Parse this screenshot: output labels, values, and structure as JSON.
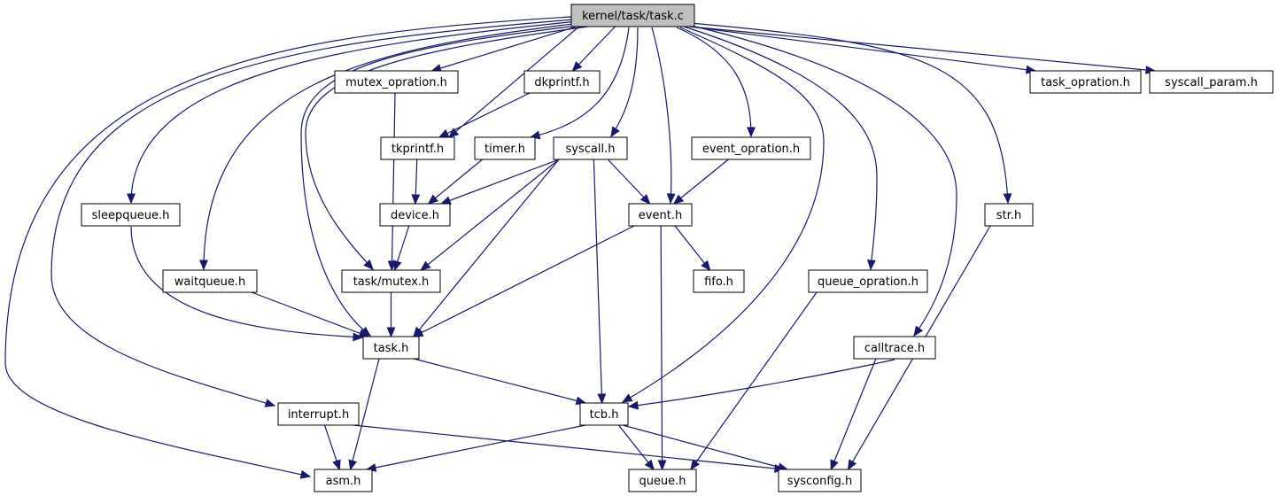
{
  "graph": {
    "root": "task_c",
    "colors": {
      "edge": "#191970",
      "root_fill": "#bfbfbf",
      "node_fill": "#ffffff",
      "border": "#000000"
    },
    "nodes": [
      {
        "id": "task_c",
        "label": "kernel/task/task.c"
      },
      {
        "id": "mutex_opration_h",
        "label": "mutex_opration.h"
      },
      {
        "id": "dkprintf_h",
        "label": "dkprintf.h"
      },
      {
        "id": "task_opration_h",
        "label": "task_opration.h"
      },
      {
        "id": "syscall_param_h",
        "label": "syscall_param.h"
      },
      {
        "id": "tkprintf_h",
        "label": "tkprintf.h"
      },
      {
        "id": "timer_h",
        "label": "timer.h"
      },
      {
        "id": "syscall_h",
        "label": "syscall.h"
      },
      {
        "id": "event_opration_h",
        "label": "event_opration.h"
      },
      {
        "id": "sleepqueue_h",
        "label": "sleepqueue.h"
      },
      {
        "id": "device_h",
        "label": "device.h"
      },
      {
        "id": "event_h",
        "label": "event.h"
      },
      {
        "id": "str_h",
        "label": "str.h"
      },
      {
        "id": "waitqueue_h",
        "label": "waitqueue.h"
      },
      {
        "id": "task_mutex_h",
        "label": "task/mutex.h"
      },
      {
        "id": "fifo_h",
        "label": "fifo.h"
      },
      {
        "id": "queue_opration_h",
        "label": "queue_opration.h"
      },
      {
        "id": "task_h",
        "label": "task.h"
      },
      {
        "id": "calltrace_h",
        "label": "calltrace.h"
      },
      {
        "id": "interrupt_h",
        "label": "interrupt.h"
      },
      {
        "id": "tcb_h",
        "label": "tcb.h"
      },
      {
        "id": "asm_h",
        "label": "asm.h"
      },
      {
        "id": "queue_h",
        "label": "queue.h"
      },
      {
        "id": "sysconfig_h",
        "label": "sysconfig.h"
      }
    ],
    "edges": [
      {
        "from": "task_c",
        "to": "asm_h"
      },
      {
        "from": "task_c",
        "to": "interrupt_h"
      },
      {
        "from": "task_c",
        "to": "sleepqueue_h"
      },
      {
        "from": "task_c",
        "to": "waitqueue_h"
      },
      {
        "from": "task_c",
        "to": "task_h"
      },
      {
        "from": "task_c",
        "to": "task_mutex_h"
      },
      {
        "from": "task_c",
        "to": "mutex_opration_h"
      },
      {
        "from": "task_c",
        "to": "tkprintf_h"
      },
      {
        "from": "task_c",
        "to": "dkprintf_h"
      },
      {
        "from": "task_c",
        "to": "timer_h"
      },
      {
        "from": "task_c",
        "to": "syscall_h"
      },
      {
        "from": "task_c",
        "to": "event_h"
      },
      {
        "from": "task_c",
        "to": "event_opration_h"
      },
      {
        "from": "task_c",
        "to": "tcb_h"
      },
      {
        "from": "task_c",
        "to": "queue_opration_h"
      },
      {
        "from": "task_c",
        "to": "calltrace_h"
      },
      {
        "from": "task_c",
        "to": "str_h"
      },
      {
        "from": "task_c",
        "to": "task_opration_h"
      },
      {
        "from": "task_c",
        "to": "syscall_param_h"
      },
      {
        "from": "mutex_opration_h",
        "to": "task_mutex_h"
      },
      {
        "from": "dkprintf_h",
        "to": "tkprintf_h"
      },
      {
        "from": "tkprintf_h",
        "to": "device_h"
      },
      {
        "from": "timer_h",
        "to": "device_h"
      },
      {
        "from": "syscall_h",
        "to": "device_h"
      },
      {
        "from": "syscall_h",
        "to": "task_mutex_h"
      },
      {
        "from": "syscall_h",
        "to": "task_h"
      },
      {
        "from": "syscall_h",
        "to": "tcb_h"
      },
      {
        "from": "syscall_h",
        "to": "event_h"
      },
      {
        "from": "event_opration_h",
        "to": "event_h"
      },
      {
        "from": "device_h",
        "to": "task_mutex_h"
      },
      {
        "from": "task_mutex_h",
        "to": "task_h"
      },
      {
        "from": "sleepqueue_h",
        "to": "task_h"
      },
      {
        "from": "waitqueue_h",
        "to": "task_h"
      },
      {
        "from": "event_h",
        "to": "task_h"
      },
      {
        "from": "event_h",
        "to": "fifo_h"
      },
      {
        "from": "event_h",
        "to": "queue_h"
      },
      {
        "from": "task_h",
        "to": "tcb_h"
      },
      {
        "from": "task_h",
        "to": "asm_h"
      },
      {
        "from": "queue_opration_h",
        "to": "queue_h"
      },
      {
        "from": "calltrace_h",
        "to": "tcb_h"
      },
      {
        "from": "calltrace_h",
        "to": "sysconfig_h"
      },
      {
        "from": "str_h",
        "to": "sysconfig_h"
      },
      {
        "from": "interrupt_h",
        "to": "asm_h"
      },
      {
        "from": "interrupt_h",
        "to": "sysconfig_h"
      },
      {
        "from": "tcb_h",
        "to": "asm_h"
      },
      {
        "from": "tcb_h",
        "to": "queue_h"
      },
      {
        "from": "tcb_h",
        "to": "sysconfig_h"
      }
    ]
  }
}
